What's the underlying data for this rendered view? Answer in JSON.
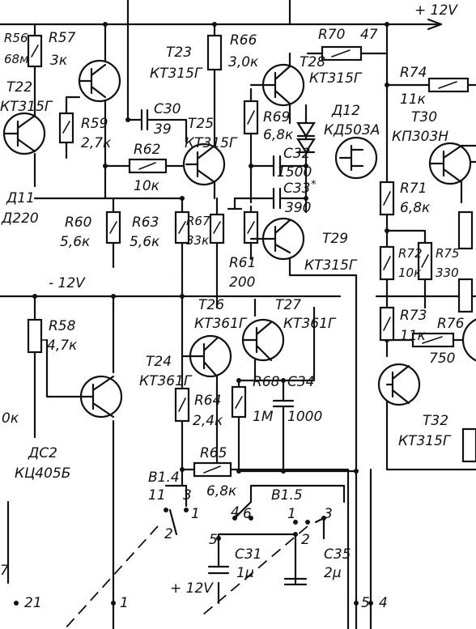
{
  "rails": {
    "plus_12v": "+ 12V",
    "minus_12v": "- 12V",
    "plus_12v_bottom": "+ 12V"
  },
  "resistors": {
    "r56": {
      "ref": "R56",
      "value": "68м"
    },
    "r57": {
      "ref": "R57",
      "value": "3к"
    },
    "r59": {
      "ref": "R59",
      "value": "2,7к"
    },
    "r62": {
      "ref": "R62",
      "value": "10к"
    },
    "r60": {
      "ref": "R60",
      "value": "5,6к"
    },
    "r63": {
      "ref": "R63",
      "value": "5,6к"
    },
    "r67": {
      "ref": "R67",
      "value": "33к"
    },
    "r66": {
      "ref": "R66",
      "value": "3,0к"
    },
    "r69": {
      "ref": "R69",
      "value": "6,8к"
    },
    "r70": {
      "ref": "R70",
      "value": "47"
    },
    "r74": {
      "ref": "R74",
      "value": "11к"
    },
    "r71": {
      "ref": "R71",
      "value": "6,8к"
    },
    "r72": {
      "ref": "R72",
      "value": "10к"
    },
    "r73": {
      "ref": "R73",
      "value": "11к"
    },
    "r75": {
      "ref": "R75",
      "value": "330"
    },
    "r61": {
      "ref": "R61",
      "value": "200"
    },
    "r58": {
      "ref": "R58",
      "value": "4,7к"
    },
    "r64": {
      "ref": "R64",
      "value": "2,4к"
    },
    "r65": {
      "ref": "R65",
      "value": "6,8к"
    },
    "r68": {
      "ref": "R68",
      "value": "1М"
    },
    "r76": {
      "ref": "R76",
      "value": "750"
    }
  },
  "capacitors": {
    "c30": {
      "ref": "C30",
      "value": "39"
    },
    "c32": {
      "ref": "C32",
      "value": "1500"
    },
    "c33": {
      "ref": "C33",
      "value": "390",
      "mark": "*"
    },
    "c34": {
      "ref": "C34",
      "value": "1000"
    },
    "c31": {
      "ref": "C31",
      "value": "1μ"
    },
    "c35": {
      "ref": "C35",
      "value": "2μ"
    }
  },
  "transistors": {
    "t22": {
      "ref": "T22",
      "type": "КТ315Г"
    },
    "t23": {
      "ref": "T23",
      "type": "КТ315Г"
    },
    "t25": {
      "ref": "T25",
      "type": "КТ315Г"
    },
    "t28": {
      "ref": "T28",
      "type": "КТ315Г"
    },
    "t30": {
      "ref": "T30",
      "type": "КП303Н"
    },
    "t29": {
      "ref": "T29",
      "type": "КТ315Г"
    },
    "t26": {
      "ref": "T26",
      "type": "КТ361Г"
    },
    "t27": {
      "ref": "T27",
      "type": "КТ361Г"
    },
    "t24": {
      "ref": "T24",
      "type": "КТ361Г"
    },
    "t32": {
      "ref": "T32",
      "type": "КТ315Г"
    }
  },
  "diodes": {
    "d11": {
      "ref": "Д11",
      "type": "Д220"
    },
    "d12": {
      "ref": "Д12",
      "type": "КД503А"
    }
  },
  "bridge": {
    "ref": "ДС2",
    "type": "КЦ405Б",
    "partial_value": "0к"
  },
  "switches": {
    "b14": {
      "ref": "В1.4",
      "pin_11": "11",
      "pin_3": "3",
      "pin_1": "1",
      "pin_2": "2"
    },
    "b15": {
      "ref": "В1.5",
      "pin_4": "4",
      "pin_6": "6",
      "pin_1": "1",
      "pin_3": "3",
      "pin_5": "5",
      "pin_2": "2"
    }
  },
  "terminals": {
    "t21": "21",
    "t1": "1",
    "t5": "5",
    "t4": "4",
    "edge_7": "7"
  }
}
